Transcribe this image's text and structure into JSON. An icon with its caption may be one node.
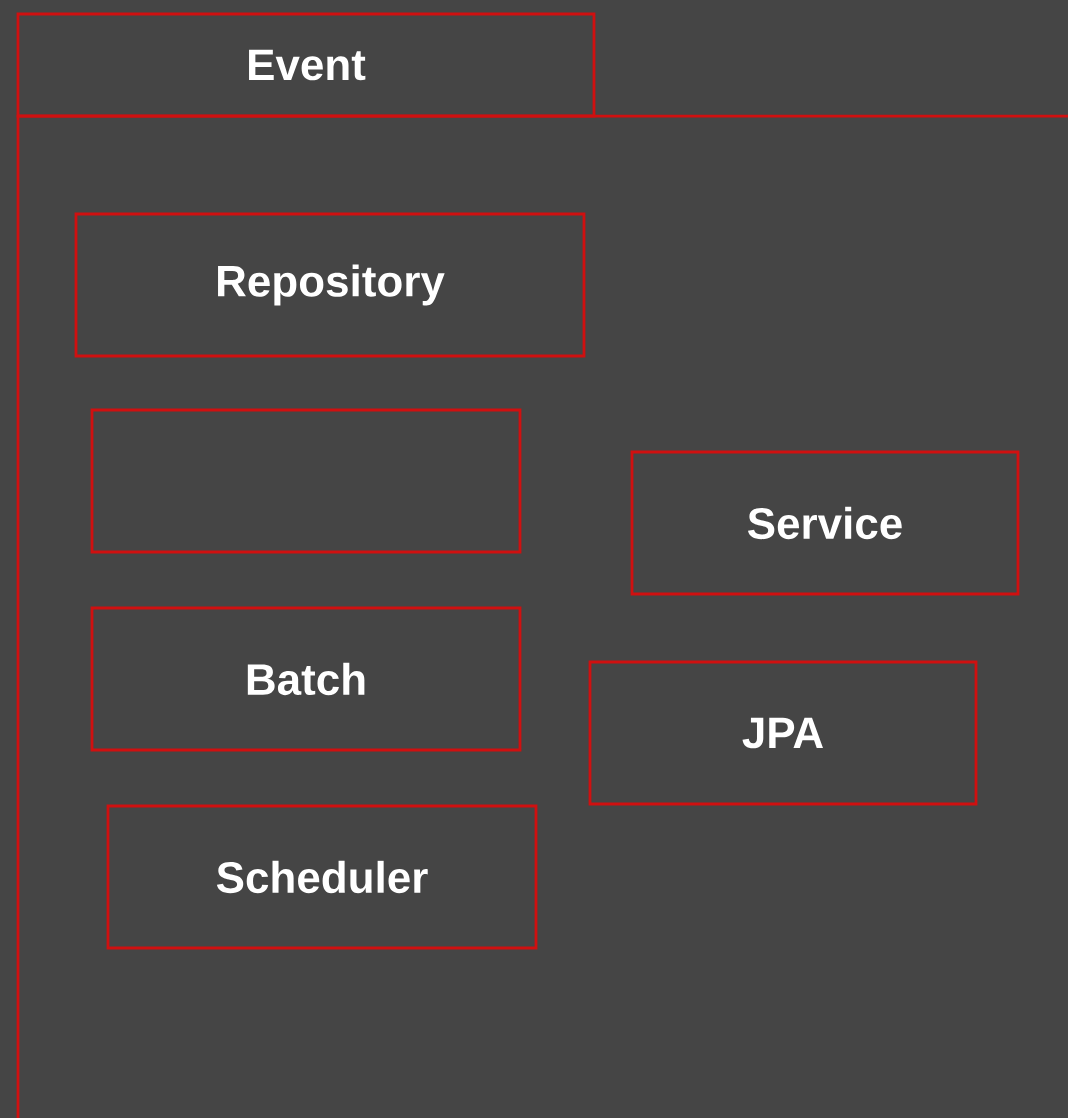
{
  "diagram": {
    "nodes": [
      {
        "text": [
          "Event"
        ]
      },
      {
        "text": [
          "Repository"
        ],
        "in": 0
      },
      {
        "text": [],
        "shape": "box",
        "in": 0
      },
      {
        "text": [
          "Service"
        ],
        "in": 0
      },
      {
        "text": [
          "Batch"
        ],
        "in": 0
      },
      {
        "text": [
          "JPA"
        ],
        "in": 0
      },
      {
        "text": [
          "Scheduler"
        ],
        "in": 0
      }
    ]
  }
}
